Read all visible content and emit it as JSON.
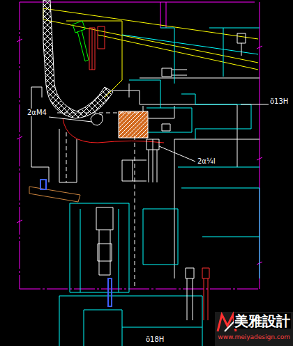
{
  "diagram": {
    "labels": [
      "2αM4",
      "2α¼I",
      "ö13H",
      "ö18H",
      "美雅設計",
      "www.meiyadesign.com"
    ]
  }
}
